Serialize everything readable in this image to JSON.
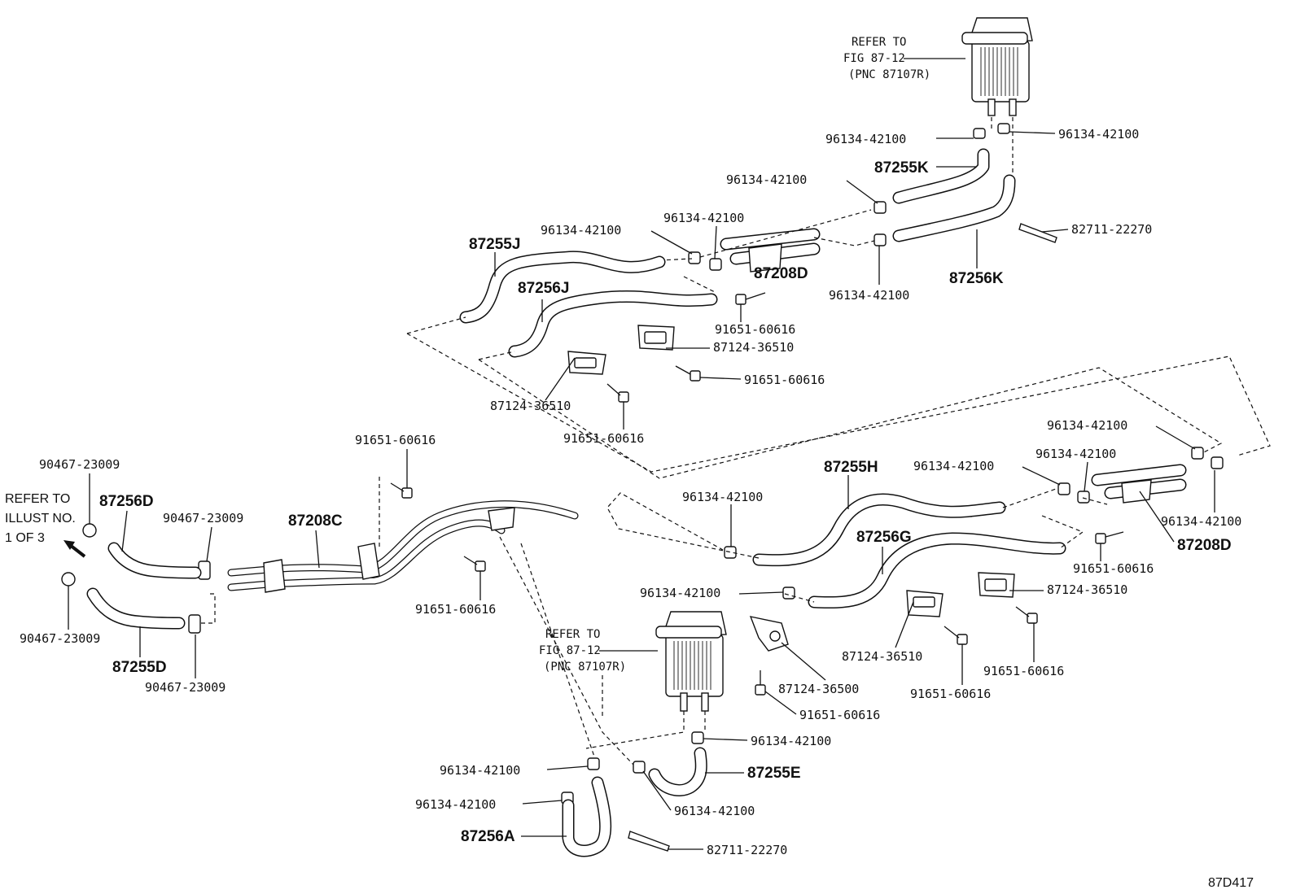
{
  "figure_code": "87D417",
  "refer_notes": {
    "top_heater": [
      "REFER TO",
      "FIG 87-12",
      "(PNC 87107R)"
    ],
    "bottom_heater": [
      "REFER TO",
      "FIG 87-12",
      "(PNC 87107R)"
    ],
    "left_illust": [
      "REFER TO",
      "ILLUST NO.",
      "1 OF 3"
    ]
  },
  "part_labels": {
    "hose_87255K": "87255K",
    "hose_87256K": "87256K",
    "hose_87255J": "87255J",
    "hose_87256J": "87256J",
    "pipe_87208D_top": "87208D",
    "pipe_87208D_right": "87208D",
    "hose_87255H": "87255H",
    "hose_87256G": "87256G",
    "hose_87256D": "87256D",
    "hose_87255D": "87255D",
    "pipe_87208C": "87208C",
    "hose_87255E": "87255E",
    "hose_87256A": "87256A"
  },
  "number_labels": {
    "clamp_top_1": "96134-42100",
    "clamp_top_2": "96134-42100",
    "clamp_top_3": "96134-42100",
    "clamp_top_4": "96134-42100",
    "clamp_top_5": "96134-42100",
    "clamp_top_6": "96134-42100",
    "band_top": "82711-22270",
    "bolt_top_1": "91651-60616",
    "bracket_top_1": "87124-36510",
    "bolt_top_2": "91651-60616",
    "bracket_top_2": "87124-36510",
    "bolt_top_3": "91651-60616",
    "clamp_right_1": "96134-42100",
    "clamp_right_2": "96134-42100",
    "clamp_right_3": "96134-42100",
    "clamp_right_4": "96134-42100",
    "clamp_mid": "96134-42100",
    "clamp_mid_2": "96134-42100",
    "bolt_right_1": "91651-60616",
    "bracket_right_1": "87124-36510",
    "bracket_right_2": "87124-36510",
    "bolt_right_2": "91651-60616",
    "bolt_right_3": "91651-60616",
    "bracket_mid": "87124-36500",
    "bolt_mid": "91651-60616",
    "bolt_left_top": "91651-60616",
    "bolt_left_bottom": "91651-60616",
    "clip_left_1": "90467-23009",
    "clip_left_2": "90467-23009",
    "clip_left_3": "90467-23009",
    "clip_left_4": "90467-23009",
    "clamp_bottom_1": "96134-42100",
    "clamp_bottom_2": "96134-42100",
    "clamp_bottom_3": "96134-42100",
    "clamp_bottom_4": "96134-42100",
    "band_bottom": "82711-22270"
  }
}
